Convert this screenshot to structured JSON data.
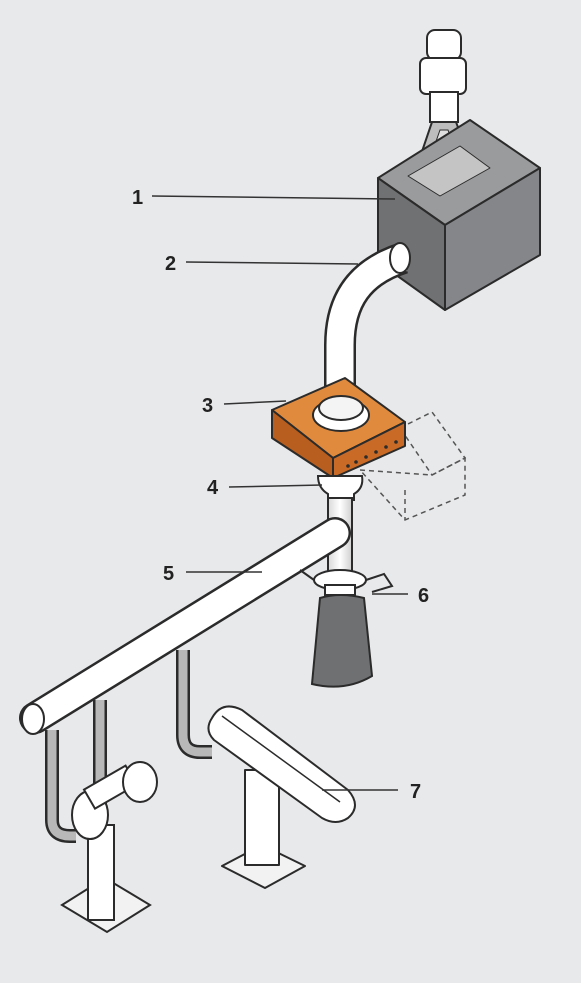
{
  "callouts": [
    {
      "number": "1",
      "part": "box"
    },
    {
      "number": "2",
      "part": "bent-pipe"
    },
    {
      "number": "3",
      "part": "orange-unit"
    },
    {
      "number": "4",
      "part": "pipe-joint"
    },
    {
      "number": "5",
      "part": "horizontal-pipe"
    },
    {
      "number": "6",
      "part": "clamp"
    },
    {
      "number": "7",
      "part": "trough"
    }
  ],
  "colors": {
    "background": "#e8e9eb",
    "box": "#8a8b8d",
    "orange_unit": "#d4722a",
    "pipe": "#ffffff",
    "outline": "#2b2b2b",
    "bag": "#6f7072"
  }
}
